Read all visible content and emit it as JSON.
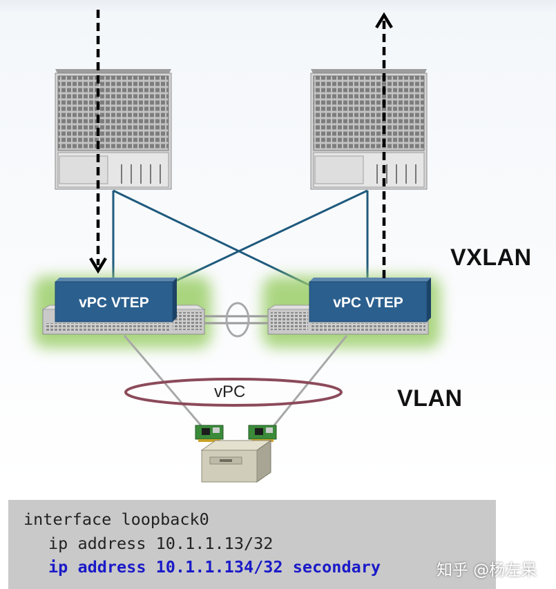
{
  "labels": {
    "vxlan": "VXLAN",
    "vlan": "VLAN",
    "vpc": "vPC",
    "vtep_left": "vPC VTEP",
    "vtep_right": "vPC VTEP"
  },
  "code": {
    "line1": "interface loopback0",
    "line2": "ip address 10.1.1.13/32",
    "line3": "ip address 10.1.1.134/32 secondary"
  },
  "watermark": "知乎 @杨左呆",
  "colors": {
    "vtep_fill": "#2b5f8e",
    "uplink_line": "#1f5a7d",
    "vpc_ring": "#8b4a5a",
    "code_bg": "#c9c9c9",
    "secondary_text": "#1a1ac8",
    "glow": "#9ccf6a"
  },
  "icons": {
    "spine_left": "chassis-switch-icon",
    "spine_right": "chassis-switch-icon",
    "server": "server-icon",
    "nic_left": "nic-card-icon",
    "nic_right": "nic-card-icon"
  }
}
